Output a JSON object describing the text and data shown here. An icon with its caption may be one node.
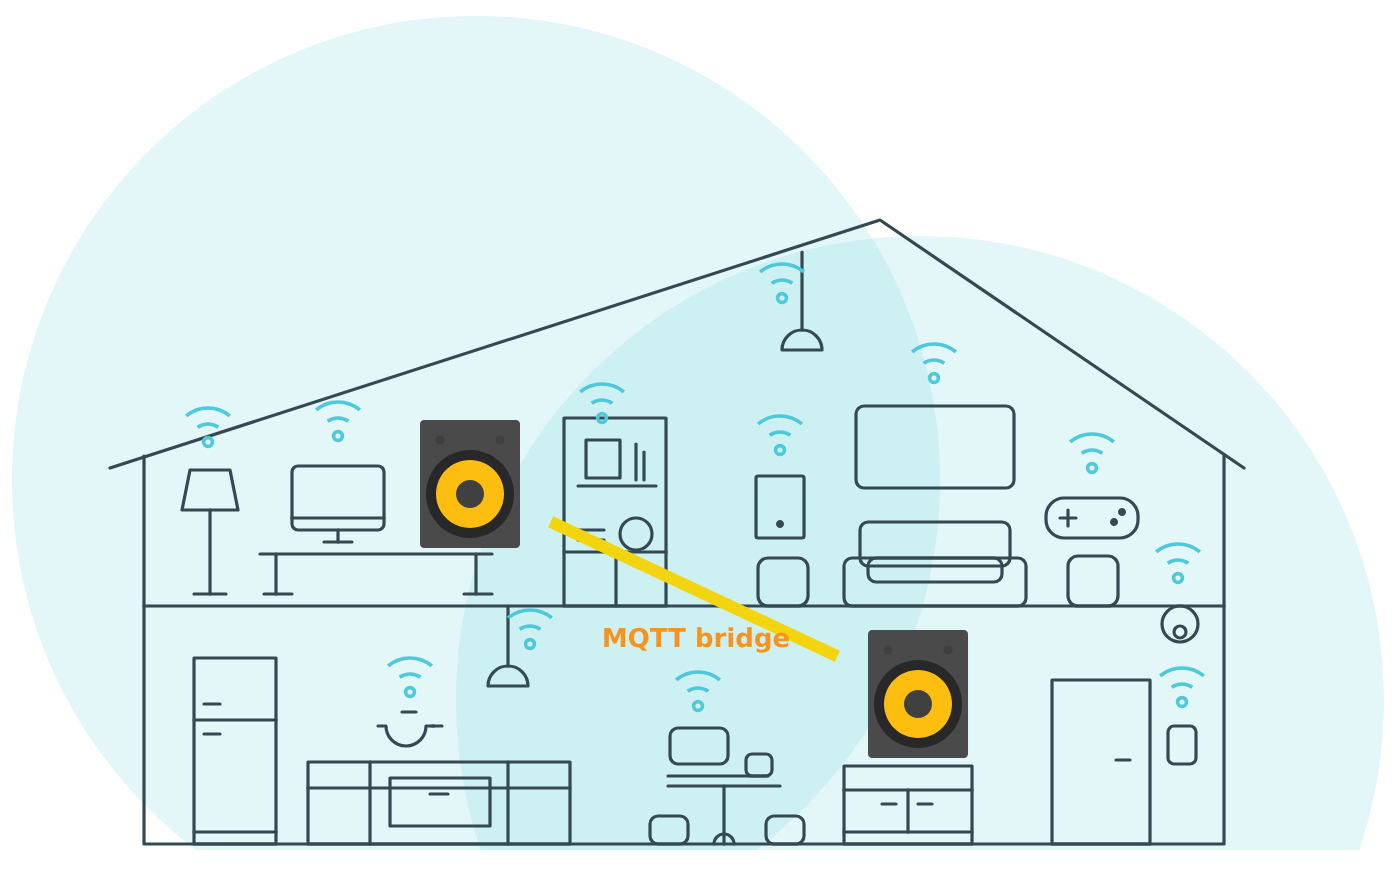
{
  "diagram": {
    "nodes": [
      {
        "text": [],
        "shape": "picture"
      },
      {
        "text": [],
        "shape": "picture"
      }
    ],
    "edges": [
      {
        "from": 0,
        "to": 1,
        "arrow": "none",
        "label": "MQTT bridge",
        "color": "#f2d50f"
      }
    ]
  }
}
